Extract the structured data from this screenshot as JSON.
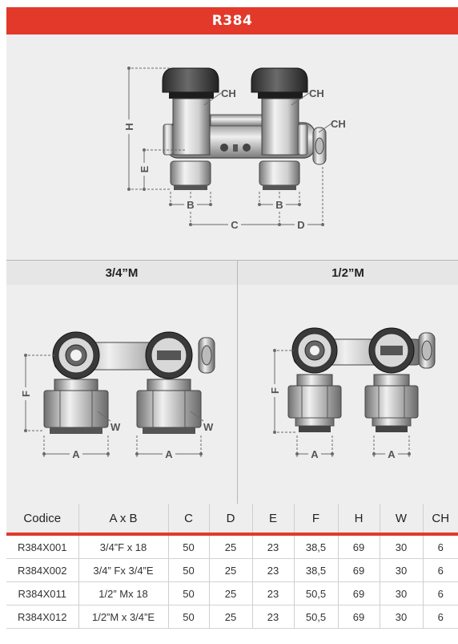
{
  "title": "R384",
  "top_drawing": {
    "labels": {
      "ch": "CH",
      "h": "H",
      "e": "E",
      "b": "B",
      "c": "C",
      "d": "D"
    }
  },
  "views": [
    {
      "header": "3/4”M",
      "labels": {
        "f": "F",
        "a": "A",
        "w": "W"
      }
    },
    {
      "header": "1/2”M",
      "labels": {
        "f": "F",
        "a": "A"
      }
    }
  ],
  "table": {
    "headers": [
      "Codice",
      "A x B",
      "C",
      "D",
      "E",
      "F",
      "H",
      "W",
      "CH"
    ],
    "rows": [
      [
        "R384X001",
        "3/4”F x 18",
        "50",
        "25",
        "23",
        "38,5",
        "69",
        "30",
        "6"
      ],
      [
        "R384X002",
        "3/4” Fx 3/4”E",
        "50",
        "25",
        "23",
        "38,5",
        "69",
        "30",
        "6"
      ],
      [
        "R384X011",
        "1/2” Mx 18",
        "50",
        "25",
        "23",
        "50,5",
        "69",
        "30",
        "6"
      ],
      [
        "R384X012",
        "1/2”M x 3/4”E",
        "50",
        "25",
        "23",
        "50,5",
        "69",
        "30",
        "6"
      ]
    ]
  },
  "colors": {
    "accent": "#e2392a",
    "panel": "#eeeeee",
    "dimension": "#555555"
  }
}
